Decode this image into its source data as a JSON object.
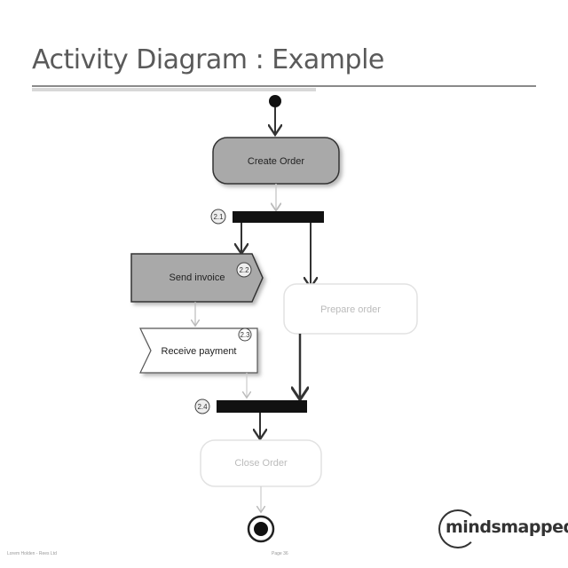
{
  "slide": {
    "title": "Activity Diagram : Example",
    "footer_left": "Lorem Holden - Rees Ltd",
    "footer_page": "Page 36"
  },
  "diagram": {
    "nodes": {
      "create_order": "Create Order",
      "send_invoice": "Send invoice",
      "receive_payment": "Receive payment",
      "ship_order": "Prepare order",
      "close_order": "Close Order"
    },
    "badges": {
      "fork": "2.1",
      "send_invoice": "2.2",
      "receive_payment": "2.3",
      "join": "2.4"
    }
  },
  "logo": {
    "text": "mindsmapped"
  },
  "colors": {
    "action_fill": "#a9a9a9",
    "action_border": "#333333",
    "bar": "#111111",
    "faint_border": "#dddddd"
  }
}
